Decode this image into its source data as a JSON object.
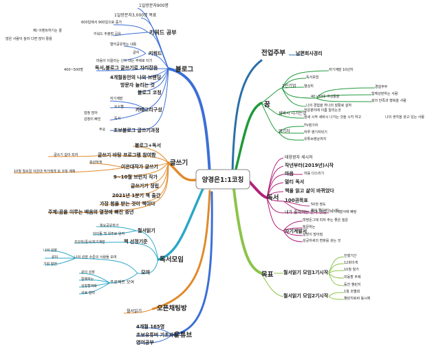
{
  "center": {
    "label": "양경은1:1코칭"
  },
  "colors": {
    "blog": "#3b6fd6",
    "writing": "#e08a2a",
    "bookclub": "#2aa7c7",
    "chat": "#e08a2a",
    "youtube": "#3b6fd6",
    "housewife": "#2a6fa8",
    "dream": "#1f9a3a",
    "reading": "#b3207a",
    "goal": "#8cc34a"
  },
  "branches": {
    "blog": {
      "label": "블로그",
      "nodes": [
        "1일방문자900명",
        "1일방문자3,000명 목표",
        "키워드 공부",
        "600일에서 900일으로 증가",
        "키워드 추출법 공유",
        "예) 이벤트하기는 꼴",
        "많은 사람이 놀러 다면 많이 활용",
        "키워드",
        "열어공유하는 내용",
        "글자",
        "마음이 이끌리는 신이 대는 주제로 터기",
        "독서,블로그 글쓰기로 자리잡음",
        "400~500명",
        "4개월동안의 나의 브랜딩",
        "방문자 늘리는 것",
        "블로그 코칭",
        "자기계발",
        "요소별",
        "카테고리구성",
        "엄청 많아",
        "감정이 빠진",
        "독서",
        "주요",
        "초보블로그 글쓰기과정"
      ]
    },
    "writing": {
      "label": "글쓰기",
      "nodes": [
        "블로그+독서",
        "글쓰기 바탕 프로그램 참여함",
        "글쓰기 쉽이 되자",
        "용감하게",
        "이은대작가 글쓰기",
        "10월 월요일 이은대 작가에게 보 코칭 계획",
        "9~10월 브런치 작가",
        "글쓰기가 정립",
        "2021년 1분기 책 출간",
        "가장 힘을 받는 것이 책이다",
        "주제:꿈을 이루는 배움의 열정에 빠진 중년"
      ]
    },
    "bookclub": {
      "label": "독서모임",
      "nodes": [
        "월서읽기",
        "월요공유하기",
        "아이들 책 위주로 읽자",
        "책 선정기준",
        "초보자/중서/자기계발",
        "나의 성장",
        "나의 성장 수준의 사람들 모여",
        "같이",
        "기회 발전",
        "모여",
        "같이 성장",
        "함께하는",
        "성장할까봐",
        "서로 협력",
        "프로젝트 모여"
      ]
    },
    "chat": {
      "label": "오픈채팅방",
      "nodes": [
        "월서읽기"
      ]
    },
    "youtube": {
      "label": "유튜브",
      "nodes": [
        "4개월 165명",
        "초보유튜버 기초과정",
        "영어공부"
      ]
    },
    "housewife": {
      "label": "전업주부",
      "nodes": [
        "남편회사경리"
      ]
    },
    "dream": {
      "label": "꿈",
      "nodes": [
        "1인기업",
        "자기계발 10년차",
        "독서모임",
        "열심히",
        "40~50대 여성들을",
        "경험주부",
        "함께성장하는 사람",
        "삶의 만족과 행복을 사람",
        "나의 경험을 하나의 잘활로 살자",
        "세바시 나가는것",
        "전문분야에 이름 알리는것",
        "꿈세 시작 세바시 나가는 것을 시각 하고",
        "나의 생각을 갖고 있는 사람",
        "영기자",
        "TV영기자",
        "하루 영기자되기",
        "유튜브영상까지"
      ]
    },
    "reading": {
      "label": "독서",
      "nodes": [
        "태양광자 세시저",
        "작년부터(2019년)시작",
        "마음",
        "마음 다스리기",
        "멀티 독서",
        "책을 읽고 삶이 바뀌었다",
        "100권목표",
        "50권 정도",
        "책이 좋다라는 느낌",
        "내가 좋아하는 분야 생김",
        "자기계발서에 빠짐",
        "자기계발서",
        "혁명돈그에 미처 주는 좋은 질문",
        "질문하는",
        "살방이 많아짐",
        "성공자세의 변화를 갖는 것"
      ]
    },
    "goal": {
      "label": "목표",
      "nodes": [
        "월서읽기 모임1기시작",
        "진행기간",
        "12회이게",
        "10월 월가",
        "미동할 주제",
        "등잔 챌린지",
        "월서읽기 모임2기시작",
        "1월 조별회",
        "챌린지로써 동시에"
      ]
    }
  }
}
